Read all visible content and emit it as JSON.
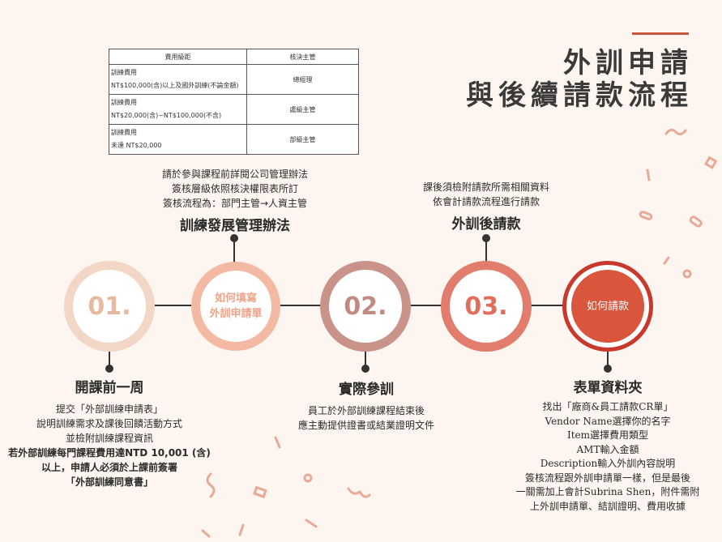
{
  "title": {
    "line1": "外訓申請",
    "line2": "與後續請款流程"
  },
  "approval_table": {
    "headers": [
      "費用級距",
      "核決主管"
    ],
    "rows": [
      {
        "fee_line1": "訓練費用",
        "fee_line2": "NT$100,000(含)以上及國外訓練(不論金額)",
        "approver": "總經理"
      },
      {
        "fee_line1": "訓練費用",
        "fee_line2": "NT$20,000(含)~NT$100,000(不含)",
        "approver": "處級主管"
      },
      {
        "fee_line1": "訓練費用",
        "fee_line2": "未達 NT$20,000",
        "approver": "部級主管"
      }
    ]
  },
  "steps": {
    "step1": {
      "number": "01.",
      "heading": "開課前一周",
      "lines": [
        "提交「外部訓練申請表」",
        "說明訓練需求及課後回饋活動方式",
        "並檢附訓練課程資訊"
      ],
      "bold_lines": [
        "若外部訓練每門課程費用達NTD 10,001 (含)",
        "以上，申請人必須於上課前簽署",
        "「外部訓練同意書」"
      ]
    },
    "fill_form": {
      "label": "如何填寫\n外訓申請單",
      "heading": "訓練發展管理辦法",
      "lines": [
        "請於參與課程前詳閱公司管理辦法",
        "簽核層級依照核決權限表所訂",
        "簽核流程為：部門主管→人資主管"
      ]
    },
    "step2": {
      "number": "02.",
      "heading": "實際參訓",
      "lines": [
        "員工於外部訓練課程結束後",
        "應主動提供證書或結業證明文件"
      ]
    },
    "step3": {
      "number": "03.",
      "heading": "外訓後請款",
      "lines": [
        "課後須檢附請款所需相關資料",
        "依會計請款流程進行請款"
      ]
    },
    "claim": {
      "label": "如何請款",
      "heading": "表單資料夾",
      "lines": [
        "找出「廠商&員工請款CR單」",
        "Vendor Name選擇你的名字",
        "Item選擇費用類型",
        "AMT輸入金額",
        "Description輸入外訓內容說明",
        "簽核流程跟外訓申請單一樣，但是最後",
        "一關需加上會計Subrina Shen，附件需附",
        "上外訓申請單、結訓證明、費用收據"
      ]
    }
  },
  "colors": {
    "background": "#fdf6f0",
    "step1_ring": "#f2d7c6",
    "fill_form_ring": "#f4b9a2",
    "step2_ring": "#c9938a",
    "step3_ring": "#e27c6c",
    "claim_ring": "#c8382b",
    "claim_fill": "#d9553b"
  }
}
